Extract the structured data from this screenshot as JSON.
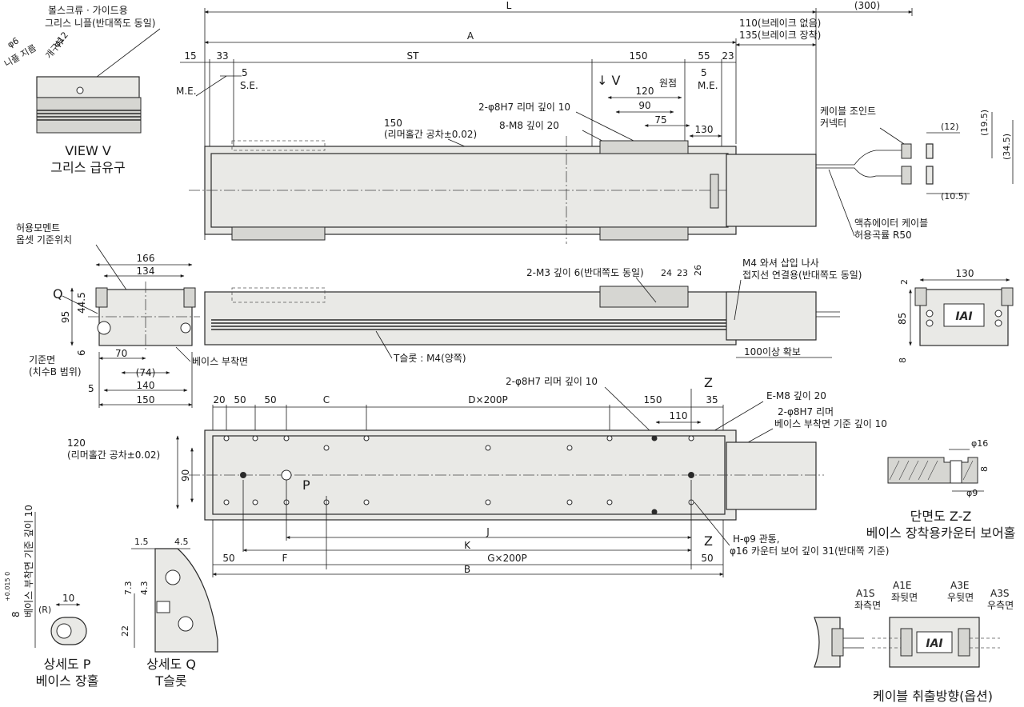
{
  "top_view": {
    "dims": {
      "L": "L",
      "A": "A",
      "ST": "ST",
      "d15": "15",
      "d33": "33",
      "d150": "150",
      "d55": "55",
      "d23": "23",
      "d300": "(300)",
      "brake_none": "110(브레이크 없음)",
      "brake_with": "135(브레이크 장착)",
      "d5a": "5",
      "d5b": "5",
      "d120": "120",
      "d90": "90",
      "d75": "75",
      "d130": "130"
    },
    "labels": {
      "me_left": "M.E.",
      "se": "S.E.",
      "me_right": "M.E.",
      "origin": "원점",
      "view_arrow": "↓ V",
      "reamer": "2-φ8H7 리머 깊이 10",
      "m8": "8-M8 깊이 20",
      "pitch_1": "150",
      "pitch_2": "(리머홀간 공차±0.02)",
      "cable_joint_1": "케이블 조인트",
      "cable_joint_2": "커넥터",
      "d12": "(12)",
      "d19_5": "(19.5)",
      "d34_5": "(34.5)",
      "d10_5": "(10.5)",
      "actuator_cable_1": "액츄에이터 케이블",
      "actuator_cable_2": "허용곡률 R50"
    }
  },
  "view_v": {
    "grease_1": "볼스크류 · 가이드용",
    "grease_2": "그리스 니플(반대쪽도 동일)",
    "phi12": "φ12",
    "phi12_b": "개구부",
    "phi6": "φ6",
    "phi6_b": "니플 지름",
    "title": "VIEW V",
    "subtitle": "그리스 급유구"
  },
  "end_view": {
    "moment_1": "허용모멘트",
    "moment_2": "옵셋 기준위치",
    "d166": "166",
    "d134": "134",
    "Q": "Q",
    "d44_5": "44.5",
    "d95": "95",
    "d6": "6",
    "d70": "70",
    "d74": "(74)",
    "d140": "140",
    "d150": "150",
    "d5": "5",
    "ref_1": "기준면",
    "ref_2": "(치수B 범위)",
    "base": "베이스 부착면"
  },
  "side_view": {
    "m3": "2-M3 깊이 6(반대쪽도 동일)",
    "d24": "24",
    "d23": "23",
    "d26": "26",
    "m4_1": "M4 와셔 삽입 나사",
    "m4_2": "접지선 연결용(반대쪽도 동일)",
    "tslot": "T슬롯 : M4(양쪽)",
    "clearance": "100이상 확보"
  },
  "right_end": {
    "d130": "130",
    "d2": "2",
    "d85": "85",
    "d8": "8",
    "logo": "IAI"
  },
  "bottom_view": {
    "d20": "20",
    "d50a": "50",
    "d50b": "50",
    "C": "C",
    "D": "D×200P",
    "d150": "150",
    "d35": "35",
    "d110": "110",
    "Z_top": "Z",
    "Z_bot": "Z",
    "reamer": "2-φ8H7 리머 깊이 10",
    "em8": "E-M8 깊이 20",
    "reamer2_1": "2-φ8H7 리머",
    "reamer2_2": "베이스 부착면 기준 깊이 10",
    "pitch_1": "120",
    "pitch_2": "(리머홀간 공차±0.02)",
    "d90": "90",
    "P": "P",
    "J": "J",
    "K": "K",
    "F": "F",
    "G": "G×200P",
    "B": "B",
    "d50c": "50",
    "d50d": "50",
    "h_1": "H-φ9 관통,",
    "h_2": "φ16 카운터 보어 깊이 31(반대쪽 기준)"
  },
  "section_zz": {
    "d16": "φ16",
    "d8": "8",
    "d9": "φ9",
    "title_1": "단면도 Z-Z",
    "title_2": "베이스 장착용카운터 보어홀"
  },
  "detail_p": {
    "vert_1": "베이스 부착면 기준 깊이 10",
    "vert_2": "8",
    "tol": "+0.015 0",
    "d10": "10",
    "R": "(R)",
    "title_1": "상세도 P",
    "title_2": "베이스 장홀"
  },
  "detail_q": {
    "d1_5": "1.5",
    "d4_5": "4.5",
    "d7_3": "7.3",
    "d4_3": "4.3",
    "d22": "22",
    "title_1": "상세도 Q",
    "title_2": "T슬롯"
  },
  "cable_dir": {
    "a1s_1": "A1S",
    "a1s_2": "좌측면",
    "a1e_1": "A1E",
    "a1e_2": "좌뒷면",
    "a3e_1": "A3E",
    "a3e_2": "우뒷면",
    "a3s_1": "A3S",
    "a3s_2": "우측면",
    "logo": "IAI",
    "title": "케이블 취출방향(옵션)"
  }
}
